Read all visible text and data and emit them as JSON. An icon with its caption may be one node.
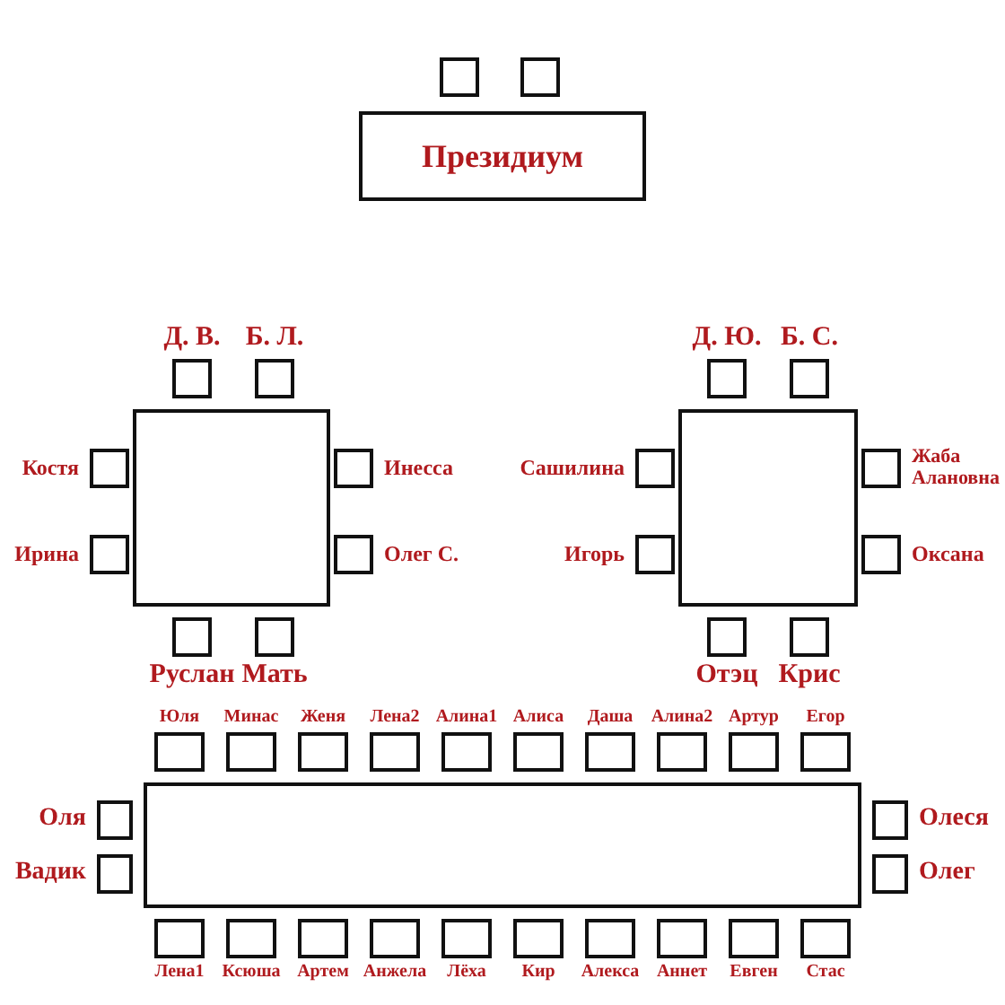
{
  "diagram": {
    "nodes": [
      {
        "text": [
          "Президиум"
        ]
      },
      {
        "text": [],
        "shape": "box"
      },
      {
        "text": [],
        "shape": "box"
      },
      {
        "text": [],
        "shape": "box",
        "beside": [
          "Д. В."
        ]
      },
      {
        "text": [],
        "shape": "box",
        "beside": [
          "Б. Л."
        ]
      },
      {
        "text": [],
        "shape": "box",
        "beside": [
          "Д. Ю."
        ]
      },
      {
        "text": [],
        "shape": "box",
        "beside": [
          "Б. С."
        ]
      },
      {
        "text": [],
        "shape": "box"
      },
      {
        "text": [],
        "shape": "box"
      },
      {
        "text": [],
        "shape": "box",
        "beside": [
          "Костя"
        ]
      },
      {
        "text": [],
        "shape": "box",
        "beside": [
          "Инесса"
        ]
      },
      {
        "text": [],
        "shape": "box",
        "beside": [
          "Сашилина"
        ]
      },
      {
        "text": [],
        "shape": "box",
        "beside": [
          "Жаба Алановна"
        ]
      },
      {
        "text": [],
        "shape": "box",
        "beside": [
          "Ирина"
        ]
      },
      {
        "text": [],
        "shape": "box",
        "beside": [
          "Олег С."
        ]
      },
      {
        "text": [],
        "shape": "box",
        "beside": [
          "Игорь"
        ]
      },
      {
        "text": [],
        "shape": "box",
        "beside": [
          "Оксана"
        ]
      },
      {
        "text": [],
        "shape": "box",
        "beside": [
          "Руслан"
        ]
      },
      {
        "text": [],
        "shape": "box",
        "beside": [
          "Мать"
        ]
      },
      {
        "text": [],
        "shape": "box",
        "beside": [
          "Отэц"
        ]
      },
      {
        "text": [],
        "shape": "box",
        "beside": [
          "Крис"
        ]
      },
      {
        "text": [],
        "shape": "box",
        "beside": [
          "Юля"
        ]
      },
      {
        "text": [],
        "shape": "box",
        "beside": [
          "Минас"
        ]
      },
      {
        "text": [],
        "shape": "box",
        "beside": [
          "Женя"
        ]
      },
      {
        "text": [],
        "shape": "box",
        "beside": [
          "Лена2"
        ]
      },
      {
        "text": [],
        "shape": "box",
        "beside": [
          "Алина1"
        ]
      },
      {
        "text": [],
        "shape": "box",
        "beside": [
          "Алиса"
        ]
      },
      {
        "text": [],
        "shape": "box",
        "beside": [
          "Даша"
        ]
      },
      {
        "text": [],
        "shape": "box",
        "beside": [
          "Алина2"
        ]
      },
      {
        "text": [],
        "shape": "box",
        "beside": [
          "Артур"
        ]
      },
      {
        "text": [],
        "shape": "box",
        "beside": [
          "Егор"
        ]
      },
      {
        "text": [],
        "shape": "box"
      },
      {
        "text": [],
        "shape": "box",
        "beside": [
          "Оля"
        ]
      },
      {
        "text": [],
        "shape": "box",
        "beside": [
          "Олеся"
        ]
      },
      {
        "text": [],
        "shape": "box",
        "beside": [
          "Вадик"
        ]
      },
      {
        "text": [],
        "shape": "box",
        "beside": [
          "Олег"
        ]
      },
      {
        "text": [],
        "shape": "box",
        "beside": [
          "Лена1"
        ]
      },
      {
        "text": [],
        "shape": "box",
        "beside": [
          "Ксюша"
        ]
      },
      {
        "text": [],
        "shape": "box",
        "beside": [
          "Артем"
        ]
      },
      {
        "text": [],
        "shape": "box",
        "beside": [
          "Анжела"
        ]
      },
      {
        "text": [],
        "shape": "box",
        "beside": [
          "Лёха"
        ]
      },
      {
        "text": [],
        "shape": "box",
        "beside": [
          "Кир"
        ]
      },
      {
        "text": [],
        "shape": "box",
        "beside": [
          "Алекса"
        ]
      },
      {
        "text": [],
        "shape": "box",
        "beside": [
          "Аннет"
        ]
      },
      {
        "text": [],
        "shape": "box",
        "beside": [
          "Евген"
        ]
      },
      {
        "text": [],
        "shape": "box",
        "beside": [
          "Стас"
        ]
      }
    ]
  }
}
